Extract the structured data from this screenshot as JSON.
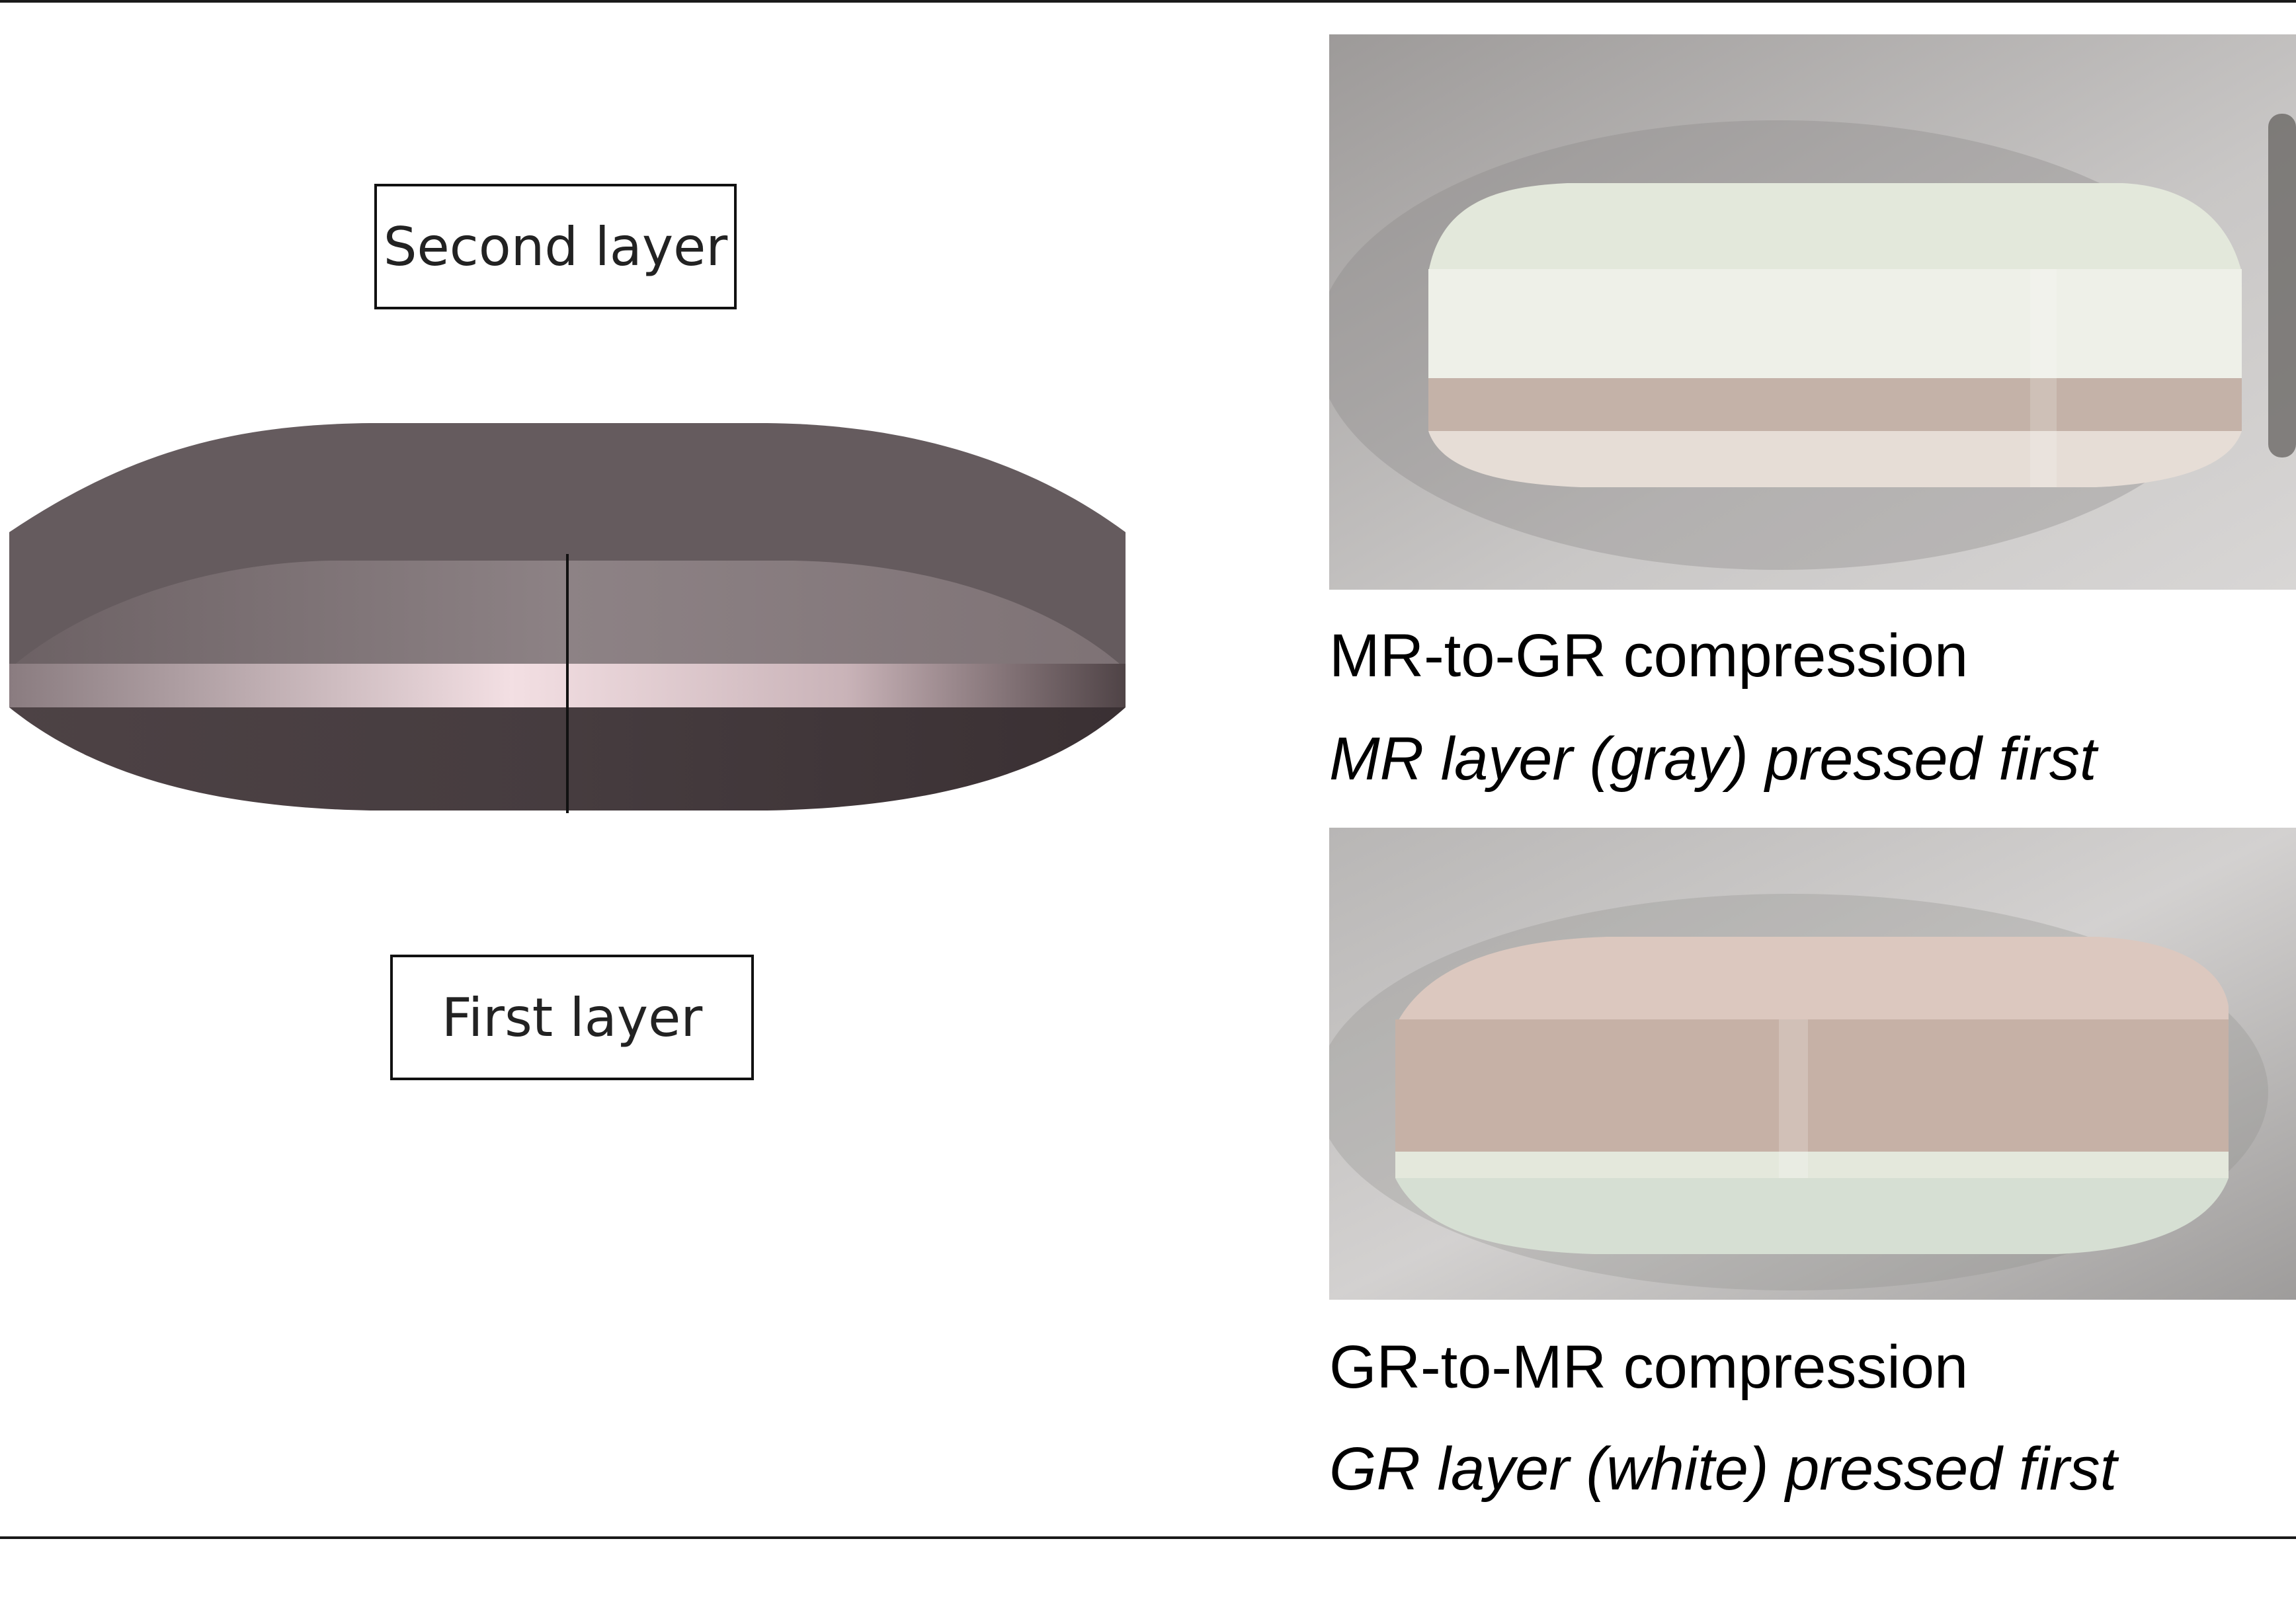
{
  "diagram": {
    "second_layer_label": "Second layer",
    "first_layer_label": "First layer"
  },
  "photos": {
    "mr_to_gr": {
      "title": "MR-to-GR compression",
      "subtitle": "MR layer (gray) pressed first"
    },
    "gr_to_mr": {
      "title": "GR-to-MR compression",
      "subtitle": "GR layer (white) pressed first"
    }
  },
  "colors": {
    "tablet_top": "#6b6163",
    "tablet_band": "#e6ccd0",
    "tablet_bottom": "#4a4042",
    "photo_background": "#b9b6b4",
    "gr_layer": "#dfe5d6",
    "mr_layer": "#c7b4a9"
  }
}
